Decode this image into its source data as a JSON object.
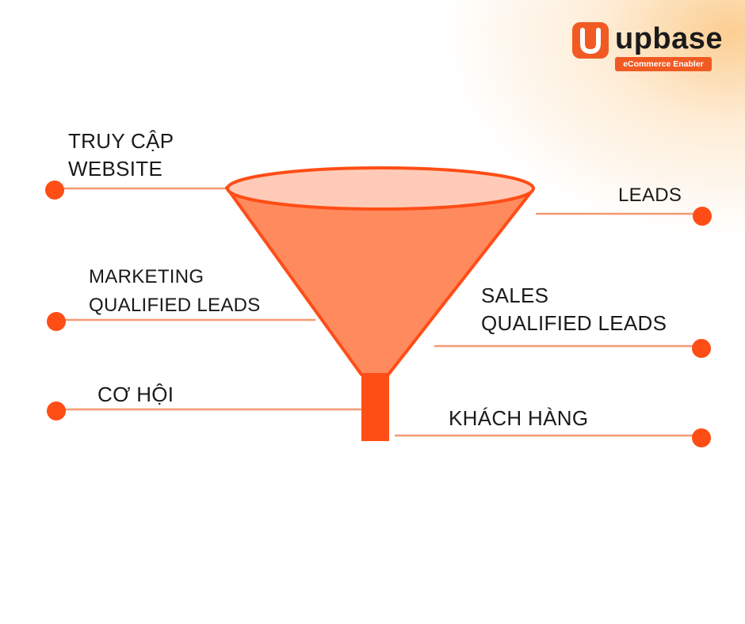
{
  "brand": {
    "name": "upbase",
    "tagline": "eCommerce Enabler",
    "accent_color": "#f15a22"
  },
  "funnel": {
    "stages": [
      {
        "lines": [
          "TRUY CẬP",
          "WEBSITE"
        ]
      },
      {
        "lines": [
          "LEADS"
        ]
      },
      {
        "lines": [
          "MARKETING",
          "QUALIFIED LEADS"
        ]
      },
      {
        "lines": [
          "SALES",
          "QUALIFIED LEADS"
        ]
      },
      {
        "lines": [
          "CƠ HỘI"
        ]
      },
      {
        "lines": [
          "KHÁCH HÀNG"
        ]
      }
    ],
    "colors": {
      "cone": "#ff8a5e",
      "rim_fill": "#ffcbb8",
      "outline": "#ff4d16",
      "spout": "#ff4d16",
      "dot": "#ff4d16",
      "connector": "#f59a72"
    }
  }
}
